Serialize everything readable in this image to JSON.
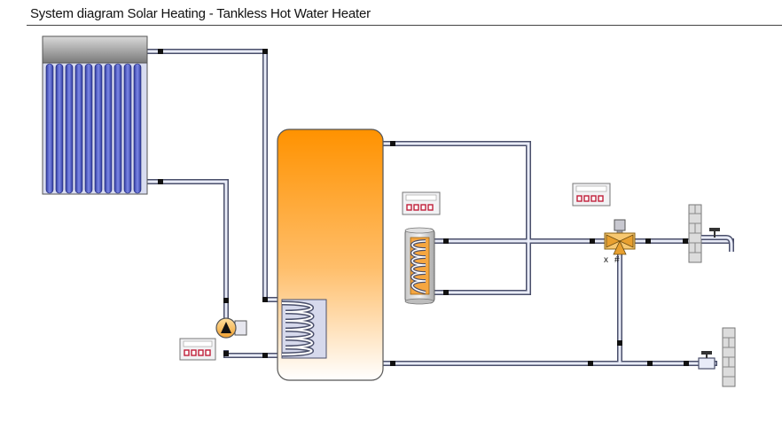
{
  "title": "System diagram Solar Heating - Tankless Hot Water Heater",
  "colors": {
    "pipe_fill": "#e9ecf8",
    "pipe_stroke": "#4a4f6b",
    "collector_tube": "#5561c8",
    "tank_top": "#ff9200",
    "tank_bottom": "#ffffff",
    "controller_led": "#c0203a",
    "joint": "#111111"
  },
  "components": [
    {
      "name": "solar-collector",
      "icon": "vacuum-tube-collector-icon"
    },
    {
      "name": "storage-tank",
      "icon": "storage-tank-icon"
    },
    {
      "name": "tank-heat-exchanger-coil",
      "icon": "coil-icon"
    },
    {
      "name": "circulation-pump",
      "icon": "pump-icon"
    },
    {
      "name": "pump-controller",
      "icon": "controller-icon"
    },
    {
      "name": "tankless-heater",
      "icon": "tankless-heater-icon"
    },
    {
      "name": "heater-controller",
      "icon": "controller-icon"
    },
    {
      "name": "mixing-valve",
      "icon": "thermostatic-mixing-valve-icon"
    },
    {
      "name": "valve-controller",
      "icon": "controller-icon"
    },
    {
      "name": "hot-water-tap",
      "icon": "tap-icon"
    },
    {
      "name": "cold-water-supply",
      "icon": "tap-icon"
    }
  ]
}
